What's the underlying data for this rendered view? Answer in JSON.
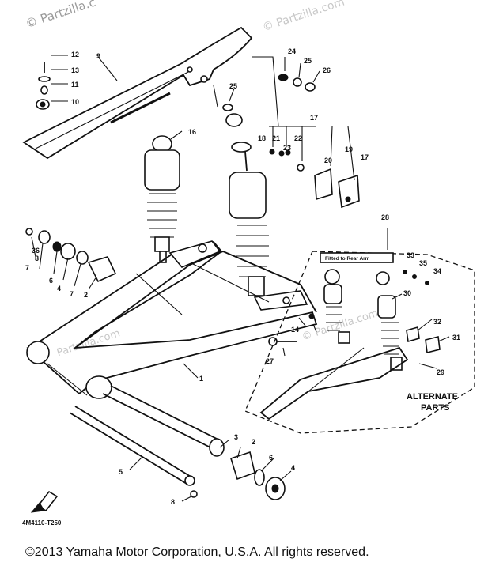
{
  "watermarks": {
    "top_left": "© Partzilla.c",
    "top_right": "© Partzilla.com",
    "mid_left": "Partzilla.com",
    "mid_right": "© Partzilla.com"
  },
  "callouts": [
    "1",
    "2",
    "2",
    "3",
    "4",
    "4",
    "5",
    "6",
    "6",
    "7",
    "7",
    "8",
    "8",
    "9",
    "10",
    "11",
    "12",
    "13",
    "14",
    "16",
    "17",
    "17",
    "18",
    "19",
    "20",
    "21",
    "22",
    "23",
    "24",
    "25",
    "25",
    "26",
    "27",
    "28",
    "29",
    "30",
    "31",
    "32",
    "33",
    "34",
    "35",
    "36"
  ],
  "alternate_section": {
    "box_label": "Fitted to Rear Arm",
    "title_line1": "ALTERNATE",
    "title_line2": "PARTS"
  },
  "diagram_code": "4M4110-T250",
  "footer": {
    "copyright": "©2013  Yamaha Motor Corporation, U.S.A. All rights reserved."
  }
}
